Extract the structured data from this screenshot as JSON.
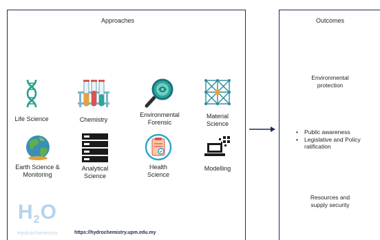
{
  "approaches": {
    "title": "Approaches",
    "items": [
      {
        "label": "Life Science",
        "icon": "dna-icon"
      },
      {
        "label": "Chemistry",
        "icon": "test-tubes-icon"
      },
      {
        "label": "Environmental Forensic",
        "icon": "magnifier-icon"
      },
      {
        "label": "Material Science",
        "icon": "crystal-lattice-icon"
      },
      {
        "label": "Earth Science & Monitoring",
        "icon": "globe-icon"
      },
      {
        "label": "Analytical Science",
        "icon": "server-icon"
      },
      {
        "label": "Health Science",
        "icon": "clipboard-icon"
      },
      {
        "label": "Modelling",
        "icon": "laptop-icon"
      }
    ]
  },
  "outcomes": {
    "title": "Outcomes",
    "environmental": "Environmental protection",
    "bullets": [
      "Public awareness",
      "Legislative and Policy ratification"
    ],
    "resources": "Resources and supply security"
  },
  "branding": {
    "logo_main": "H",
    "logo_sub_script": "2",
    "logo_main_tail": "O",
    "logo_tagline": "Hydrochemistry",
    "url": "https://hydrochemistry.upm.edu.my"
  },
  "colors": {
    "border": "#1b2a52",
    "accent_teal": "#2aa79b",
    "logo": "#b7d3ec"
  }
}
